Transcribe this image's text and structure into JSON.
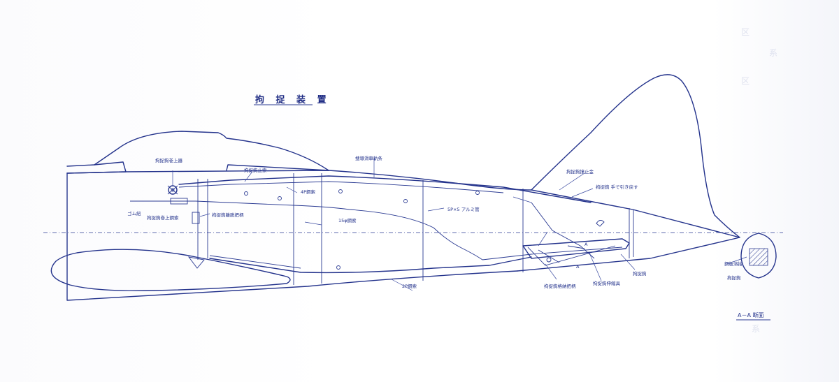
{
  "title": "拘 捉 装 置",
  "section_label": "A－A 断面",
  "annotations": [
    "拘捉鉤巻上器",
    "捜導滑車軌条",
    "拘捉鉤止索",
    "4P鋼索",
    "拘捉鉤離脱把柄",
    "5P×5 アルミ管",
    "15φ鋼索",
    "拘捉鉤巻上鋼索",
    "2P鋼索",
    "ゴム紐",
    "拘捉鉤 手で引き戻す",
    "拘捉鉤撞止金",
    "拘捉鉤格納把柄",
    "拘捉鉤",
    "拘捉鉤伸縮具"
  ],
  "section_annotations": [
    "鋼板溶接",
    "拘捉鉤"
  ],
  "markers": [
    "A",
    "A"
  ],
  "colors": {
    "ink": "#24338c",
    "paper": "#ffffff"
  }
}
